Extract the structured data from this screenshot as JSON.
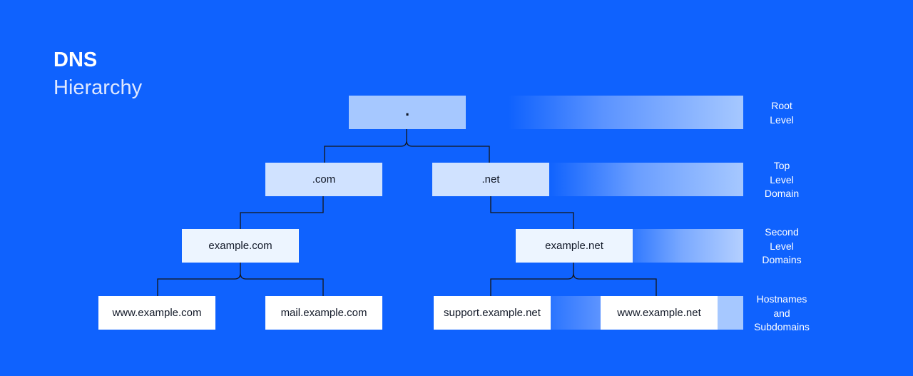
{
  "title": {
    "main": "DNS",
    "sub": "Hierarchy"
  },
  "nodes": {
    "root": ".",
    "com": ".com",
    "net": ".net",
    "example_com": "example.com",
    "example_net": "example.net",
    "www_example_com": "www.example.com",
    "mail_example_com": "mail.example.com",
    "support_example_net": "support.example.net",
    "www_example_net": "www.example.net"
  },
  "levels": {
    "root": [
      "Root",
      "Level"
    ],
    "tld": [
      "Top",
      "Level",
      "Domain"
    ],
    "sld": [
      "Second",
      "Level",
      "Domains"
    ],
    "host": [
      "Hostnames",
      "and",
      "Subdomains"
    ]
  },
  "colors": {
    "background": "#0f62fe",
    "root_box": "#a6c8ff",
    "tld_box": "#d0e2ff",
    "sld_box": "#edf5ff",
    "host_box": "#ffffff",
    "connector": "#161616"
  }
}
